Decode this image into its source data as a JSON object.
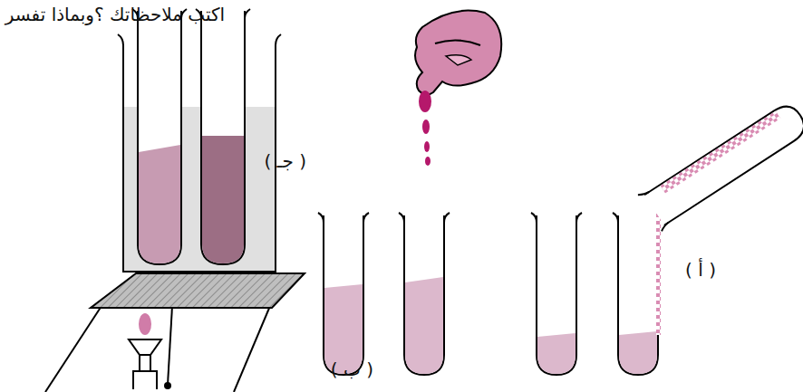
{
  "diagram": {
    "labels": [
      "اكتب ملاحظاتك ؟وبماذا تفسر",
      "( جـ )",
      "( ب )",
      "( أ )"
    ]
  }
}
